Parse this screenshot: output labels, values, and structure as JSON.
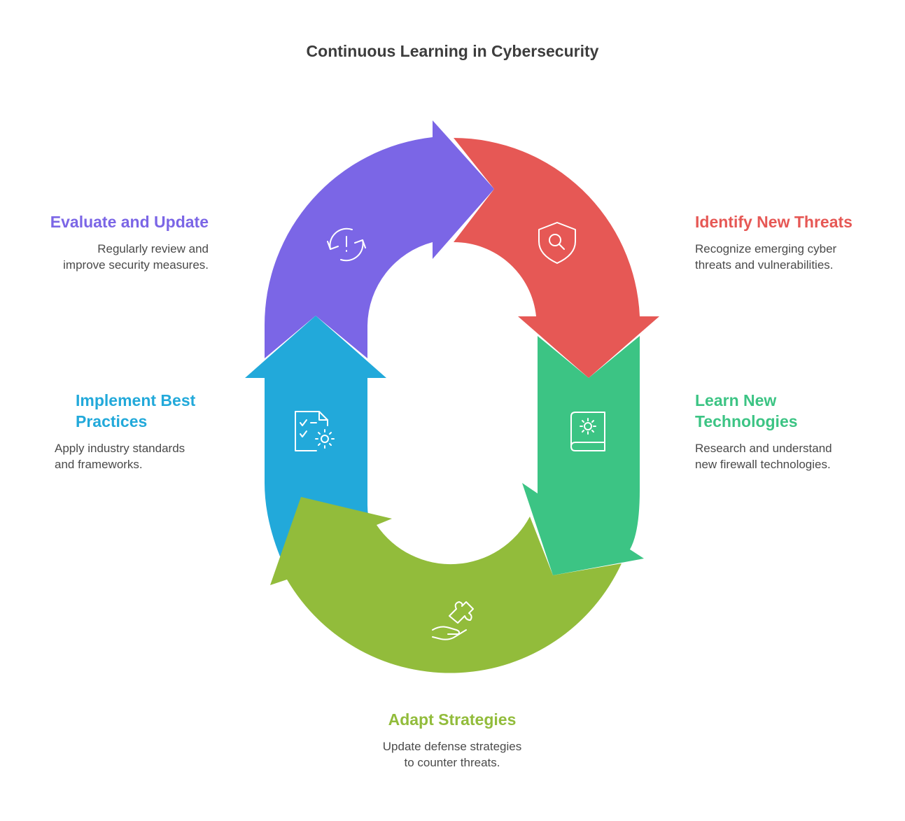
{
  "title": "Continuous Learning in Cybersecurity",
  "colors": {
    "evaluate": "#7b66e6",
    "identify": "#e65855",
    "learn": "#3cc484",
    "adapt": "#92bc3b",
    "implement": "#22a9da",
    "title": "#3d3d3d",
    "description": "#4a4a4a"
  },
  "steps": {
    "evaluate": {
      "title": "Evaluate and Update",
      "description_lines": [
        "Regularly review and",
        "improve security measures."
      ],
      "icon": "cycle-alert-icon"
    },
    "identify": {
      "title": "Identify New Threats",
      "description_lines": [
        "Recognize emerging cyber",
        "threats and vulnerabilities."
      ],
      "icon": "shield-search-icon"
    },
    "learn": {
      "title_lines": [
        "Learn New",
        "Technologies"
      ],
      "description_lines": [
        "Research and understand",
        "new firewall technologies."
      ],
      "icon": "book-gear-icon"
    },
    "adapt": {
      "title": "Adapt Strategies",
      "description_lines": [
        "Update defense strategies",
        "to counter threats."
      ],
      "icon": "hand-puzzle-icon"
    },
    "implement": {
      "title_lines": [
        "Implement Best",
        "Practices"
      ],
      "description_lines": [
        "Apply industry standards",
        "and frameworks."
      ],
      "icon": "checklist-gear-icon"
    }
  }
}
